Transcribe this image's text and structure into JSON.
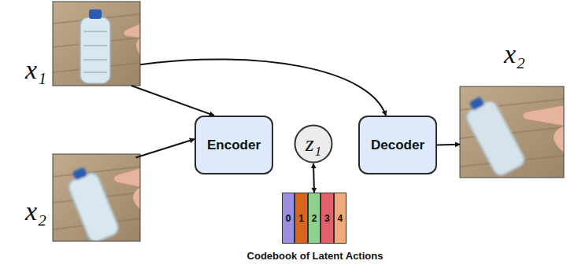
{
  "diagram": {
    "nodes": [
      {
        "text": [
          "x₁"
        ]
      },
      {
        "text": [
          "x₂"
        ]
      },
      {
        "text": [
          "Encoder"
        ]
      },
      {
        "text": [
          "z₁"
        ]
      },
      {
        "text": [
          "Decoder"
        ]
      },
      {
        "text": [
          "x₂"
        ]
      },
      {
        "text": [
          "0"
        ]
      },
      {
        "text": [
          "1"
        ]
      },
      {
        "text": [
          "2"
        ]
      },
      {
        "text": [
          "3"
        ]
      },
      {
        "text": [
          "4"
        ]
      }
    ],
    "edges": [
      {
        "from": 0,
        "to": 2,
        "arrow": "to"
      },
      {
        "from": 1,
        "to": 2,
        "arrow": "to"
      },
      {
        "from": 0,
        "to": 4,
        "arrow": "to"
      },
      {
        "from": 4,
        "to": 5,
        "arrow": "to"
      },
      {
        "from": 3,
        "to": 8,
        "arrow": "both"
      }
    ],
    "labels": [
      "Codebook of Latent Actions"
    ]
  }
}
